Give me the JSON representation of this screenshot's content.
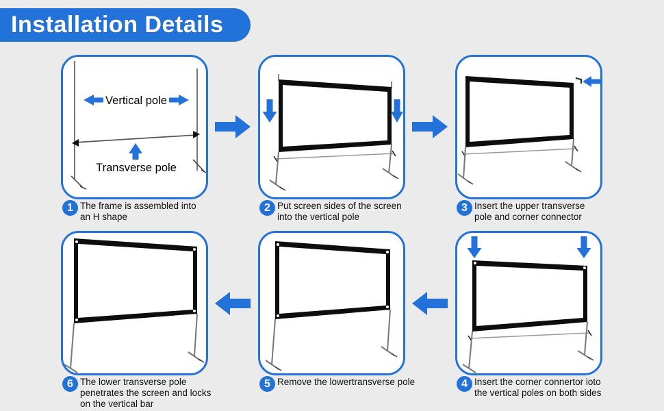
{
  "theme": {
    "background": "#ebebeb",
    "accent_blue": "#2272d9",
    "panel_background": "#ffffff",
    "frame_black": "#0d0d0d"
  },
  "header": {
    "title": "Installation Details"
  },
  "steps": [
    {
      "num": "1",
      "caption": "The frame is assembled into\nan H shape",
      "labels": {
        "vertical_pole": "Vertical pole",
        "transverse_pole": "Transverse pole"
      }
    },
    {
      "num": "2",
      "caption": "Put screen sides of the screen\ninto the vertical pole"
    },
    {
      "num": "3",
      "caption": "Insert the upper transverse\npole and corner connector"
    },
    {
      "num": "4",
      "caption": "Insert the corner connertor ioto\nthe vertical poles on both sides"
    },
    {
      "num": "5",
      "caption": "Remove the lowertransverse pole"
    },
    {
      "num": "6",
      "caption": "The lower transverse pole\npenetrates the screen and locks\non the vertical bar"
    }
  ]
}
